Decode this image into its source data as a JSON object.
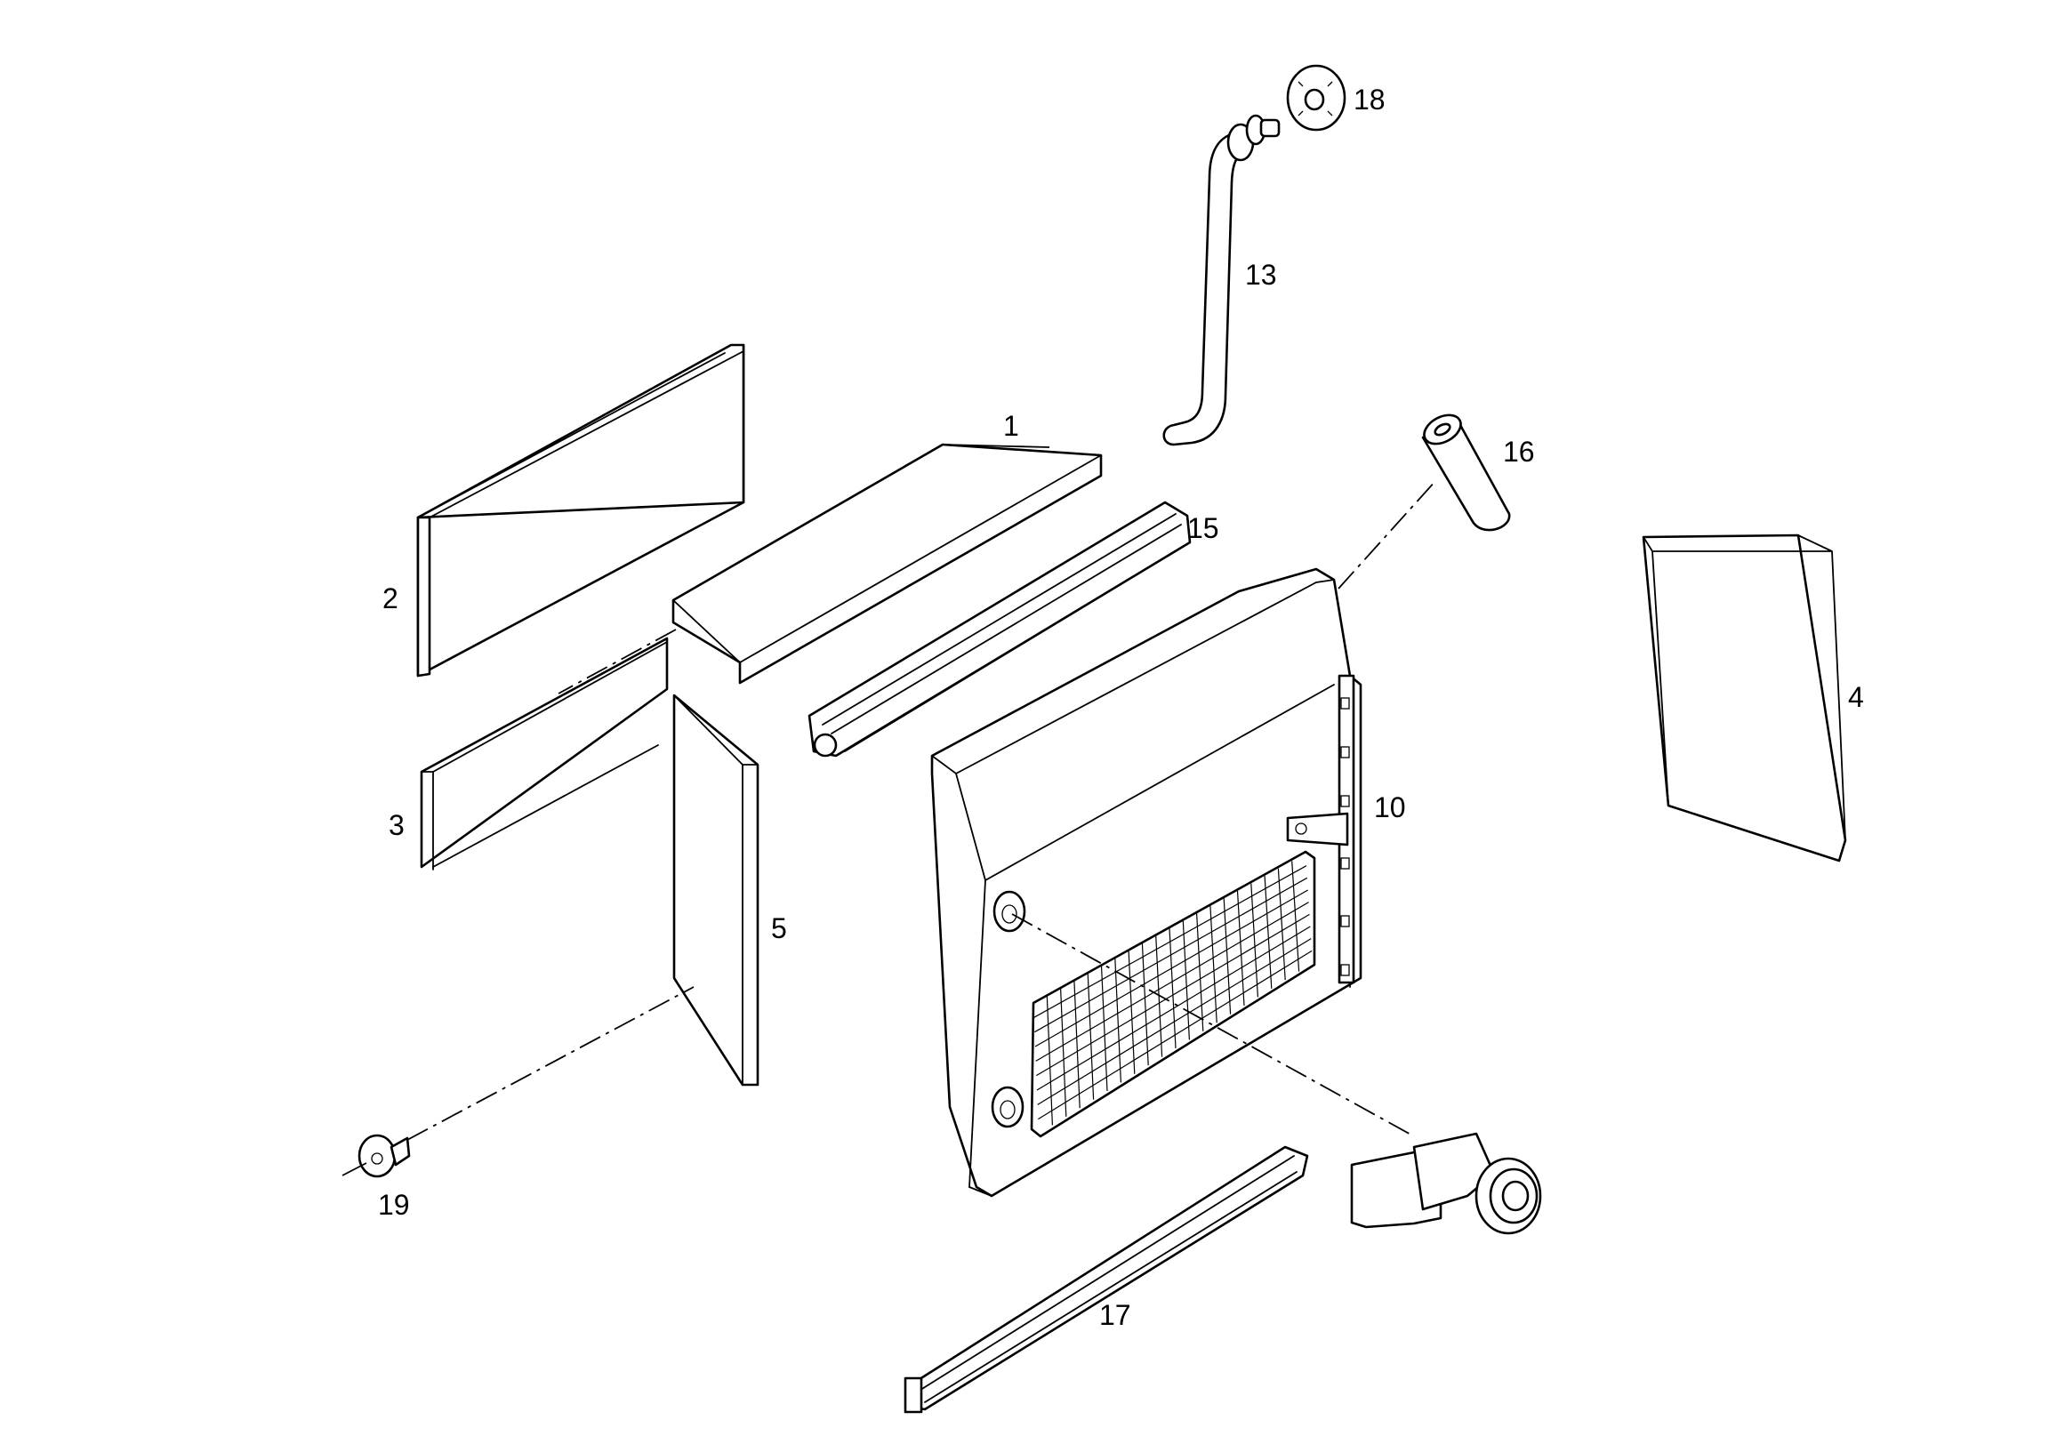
{
  "part_labels": {
    "p1": "1",
    "p2": "2",
    "p3": "3",
    "p4": "4",
    "p5": "5",
    "p10": "10",
    "p13": "13",
    "p15": "15",
    "p16": "16",
    "p17": "17",
    "p18": "18",
    "p19": "19"
  }
}
